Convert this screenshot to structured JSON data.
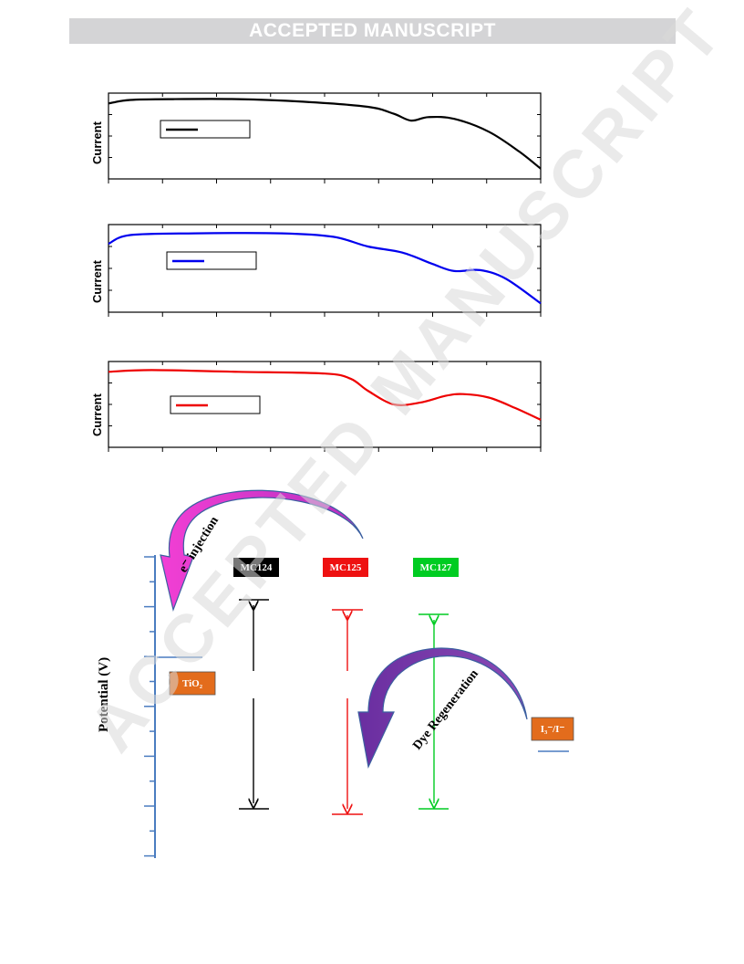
{
  "banner": "ACCEPTED MANUSCRIPT",
  "watermark": "ACCEPTED MANUSCRIPT",
  "chart_data": [
    {
      "type": "line",
      "ylabel": "Current",
      "color": "#000000",
      "x": [
        0,
        0.05,
        0.15,
        0.3,
        0.45,
        0.6,
        0.66,
        0.7,
        0.74,
        0.8,
        0.88,
        0.95,
        1.0
      ],
      "y": [
        0.88,
        0.92,
        0.93,
        0.93,
        0.9,
        0.84,
        0.76,
        0.68,
        0.72,
        0.7,
        0.55,
        0.32,
        0.12
      ]
    },
    {
      "type": "line",
      "ylabel": "Current",
      "color": "#0000ee",
      "x": [
        0,
        0.05,
        0.2,
        0.4,
        0.52,
        0.6,
        0.68,
        0.75,
        0.8,
        0.86,
        0.92,
        1.0
      ],
      "y": [
        0.78,
        0.88,
        0.9,
        0.9,
        0.86,
        0.75,
        0.68,
        0.55,
        0.47,
        0.48,
        0.38,
        0.1
      ]
    },
    {
      "type": "line",
      "ylabel": "Current",
      "color": "#ee0000",
      "x": [
        0,
        0.1,
        0.3,
        0.5,
        0.56,
        0.6,
        0.66,
        0.72,
        0.78,
        0.82,
        0.88,
        0.94,
        1.0
      ],
      "y": [
        0.88,
        0.9,
        0.88,
        0.86,
        0.8,
        0.66,
        0.5,
        0.52,
        0.6,
        0.62,
        0.58,
        0.46,
        0.32
      ]
    }
  ],
  "diagram": {
    "axis_title": "Potential (V)",
    "tio2_label": "TiO₂",
    "electrolyte_label": "I₃⁻/I⁻",
    "injection_label": "e⁻ injection",
    "regeneration_label": "Dye Regeneration",
    "dyes": [
      {
        "name": "MC124",
        "color": "#000000"
      },
      {
        "name": "MC125",
        "color": "#ee1111"
      },
      {
        "name": "MC127",
        "color": "#00cc22"
      }
    ],
    "colors": {
      "axis": "#4a7cc0",
      "tio2_box": "#e36c1c",
      "injection_arrow": "#f03fd0",
      "regeneration_arrow": "#7030a0"
    }
  }
}
